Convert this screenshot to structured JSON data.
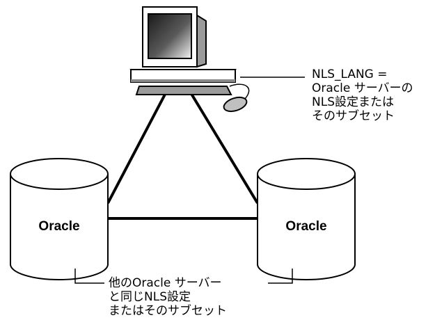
{
  "databases": [
    {
      "label": "Oracle"
    },
    {
      "label": "Oracle"
    }
  ],
  "client_note": {
    "lines": [
      "NLS_LANG =",
      "Oracle サーバーの",
      "NLS設定または",
      "そのサブセット"
    ]
  },
  "server_note": {
    "lines": [
      "他のOracle サーバー",
      "と同じNLS設定",
      "またはそのサブセット"
    ]
  }
}
